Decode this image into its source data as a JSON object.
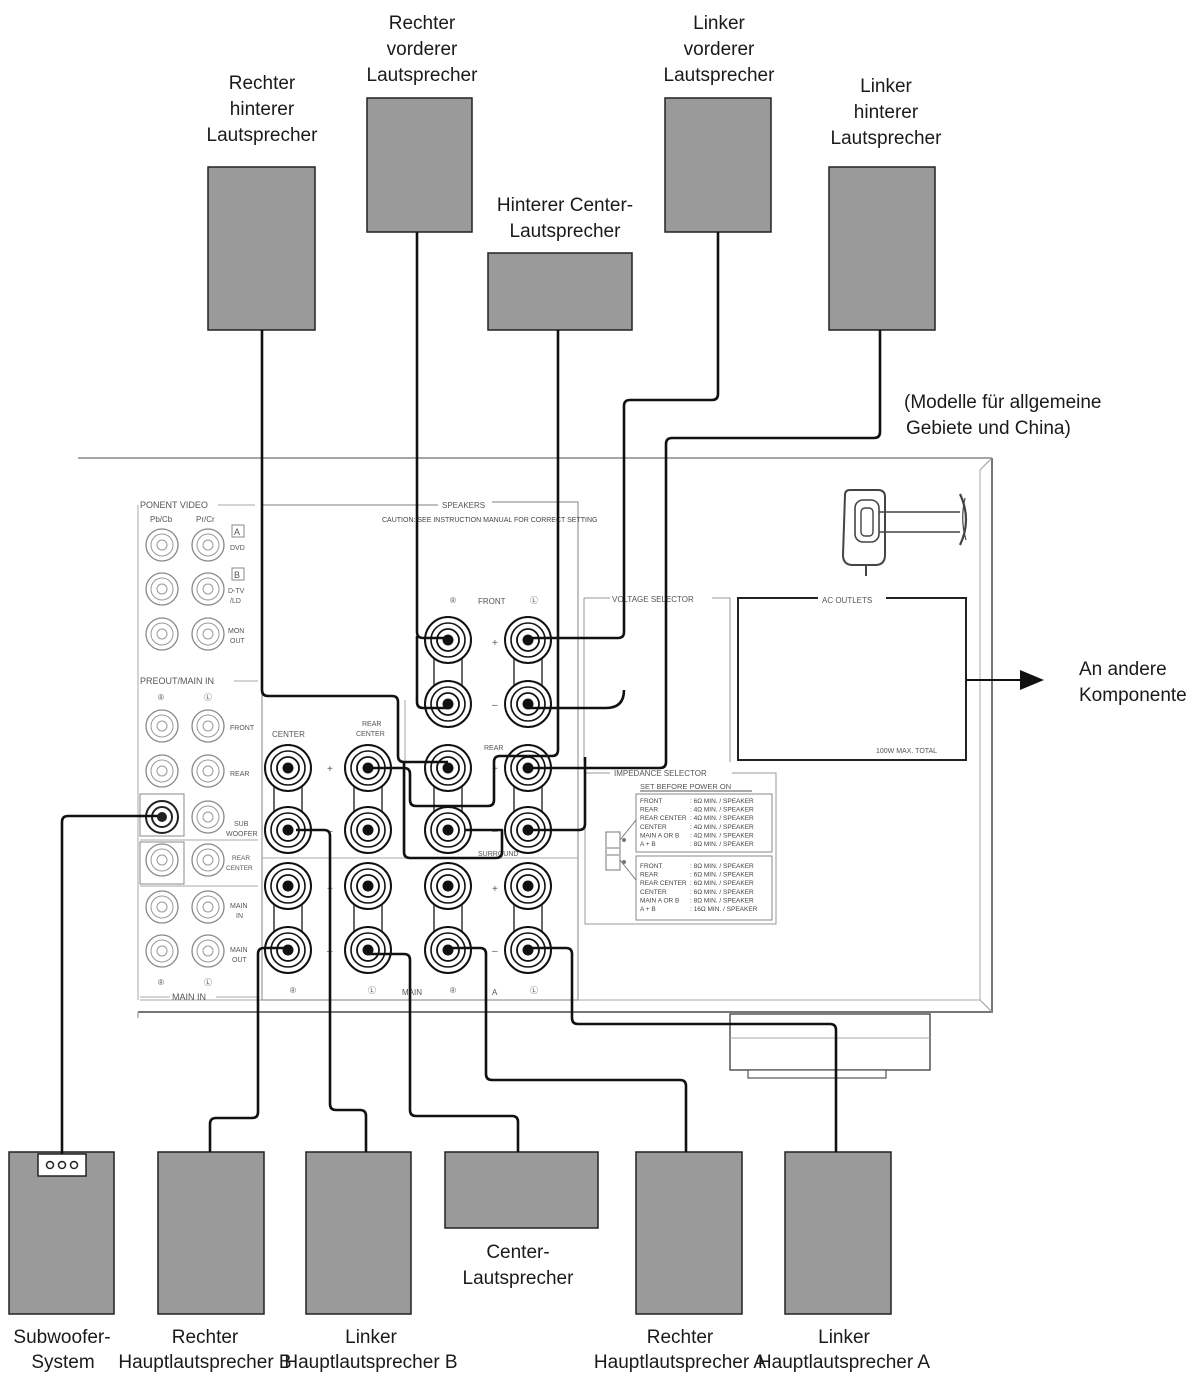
{
  "speakers": {
    "rear_right": [
      "Rechter",
      "hinterer",
      "Lautsprecher"
    ],
    "front_right": [
      "Rechter",
      "vorderer",
      "Lautsprecher"
    ],
    "rear_center": [
      "Hinterer Center-",
      "Lautsprecher"
    ],
    "front_left": [
      "Linker",
      "vorderer",
      "Lautsprecher"
    ],
    "rear_left": [
      "Linker",
      "hinterer",
      "Lautsprecher"
    ],
    "subwoofer": [
      "Subwoofer-",
      "System"
    ],
    "main_right_b": [
      "Rechter",
      "Hauptlautsprecher B"
    ],
    "main_left_b": [
      "Linker",
      "Hauptlautsprecher B"
    ],
    "center": [
      "Center-",
      "Lautsprecher"
    ],
    "main_right_a": [
      "Rechter",
      "Hauptlautsprecher A"
    ],
    "main_left_a": [
      "Linker",
      "Hauptlautsprecher A"
    ]
  },
  "model_note": [
    "(Modelle für allgemeine",
    "Gebiete und China)"
  ],
  "other_components": [
    "An andere",
    "Komponente"
  ],
  "panel": {
    "component_video": "PONENT VIDEO",
    "pb_cb": "Pb/Cb",
    "pr_cr": "Pr/Cr",
    "a_box": "A",
    "b_box": "B",
    "dvd": "DVD",
    "dtv": "D-TV",
    "ld": "/LD",
    "mon": "MON",
    "out": "OUT",
    "preout_main_in": "PREOUT/MAIN IN",
    "r_mark": "®",
    "l_mark": "Ⓛ",
    "front": "FRONT",
    "rear": "REAR",
    "sub": "SUB",
    "woofer": "WOOFER",
    "rear2": "REAR",
    "center2": "CENTER",
    "main": "MAIN",
    "in": "IN",
    "main_out": "OUT",
    "main_in_footer": "MAIN IN",
    "speakers_title": "SPEAKERS",
    "caution": "CAUTION: SEE INSTRUCTION MANUAL FOR CORRECT SETTING",
    "front_group": "FRONT",
    "center_label": "CENTER",
    "rear_center_label": [
      "REAR",
      "CENTER"
    ],
    "rear_group": "REAR",
    "surround": "SURROUND",
    "plus": "+",
    "minus": "–",
    "bottom_r": "®",
    "bottom_l": "Ⓛ",
    "bottom_main": "MAIN",
    "bottom_a": "A",
    "voltage_selector": "VOLTAGE SELECTOR",
    "ac_outlets": "AC OUTLETS",
    "ac_max": "100W MAX. TOTAL",
    "impedance_selector": "IMPEDANCE SELECTOR",
    "set_before": "SET BEFORE POWER ON",
    "imp_upper": [
      [
        "FRONT",
        ": 6Ω MIN. / SPEAKER"
      ],
      [
        "REAR",
        ": 4Ω MIN. / SPEAKER"
      ],
      [
        "REAR CENTER",
        ": 4Ω MIN. / SPEAKER"
      ],
      [
        "CENTER",
        ": 4Ω MIN. / SPEAKER"
      ],
      [
        "MAIN A OR B",
        ": 4Ω MIN. / SPEAKER"
      ],
      [
        "A + B",
        ": 8Ω MIN. / SPEAKER"
      ]
    ],
    "imp_lower": [
      [
        "FRONT",
        ": 8Ω MIN. / SPEAKER"
      ],
      [
        "REAR",
        ": 6Ω MIN. / SPEAKER"
      ],
      [
        "REAR CENTER",
        ": 6Ω MIN. / SPEAKER"
      ],
      [
        "CENTER",
        ": 6Ω MIN. / SPEAKER"
      ],
      [
        "MAIN A OR B",
        ": 8Ω MIN. / SPEAKER"
      ],
      [
        "A + B",
        ": 16Ω MIN. / SPEAKER"
      ]
    ]
  }
}
